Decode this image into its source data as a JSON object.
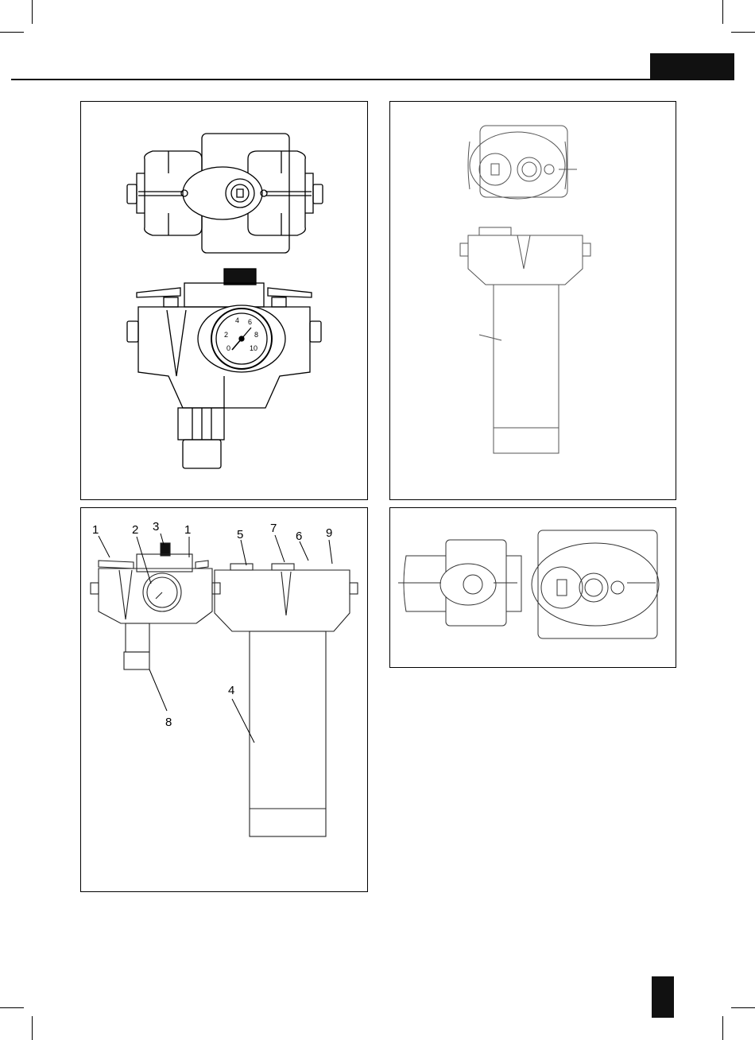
{
  "page": {
    "section_tab_color": "#111111",
    "page_tab_color": "#111111",
    "rule_color": "#111111"
  },
  "figures": {
    "front_assembly_callouts": {
      "c1a": "1",
      "c2": "2",
      "c3": "3",
      "c1b": "1",
      "c5": "5",
      "c7": "7",
      "c6": "6",
      "c9": "9",
      "c8": "8",
      "c4": "4"
    },
    "gauge_scale": [
      "0",
      "2",
      "4",
      "6",
      "8",
      "10"
    ]
  }
}
